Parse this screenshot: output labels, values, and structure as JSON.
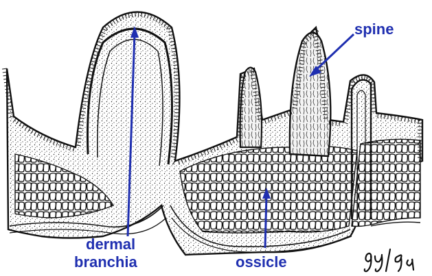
{
  "labels": {
    "spine": "spine",
    "dermal": "dermal",
    "branchia": "branchia",
    "ossicle": "ossicle"
  },
  "signature_text": "gy/94",
  "colors": {
    "label": "#1f2fb0",
    "ink": "#111111",
    "background": "#ffffff"
  }
}
